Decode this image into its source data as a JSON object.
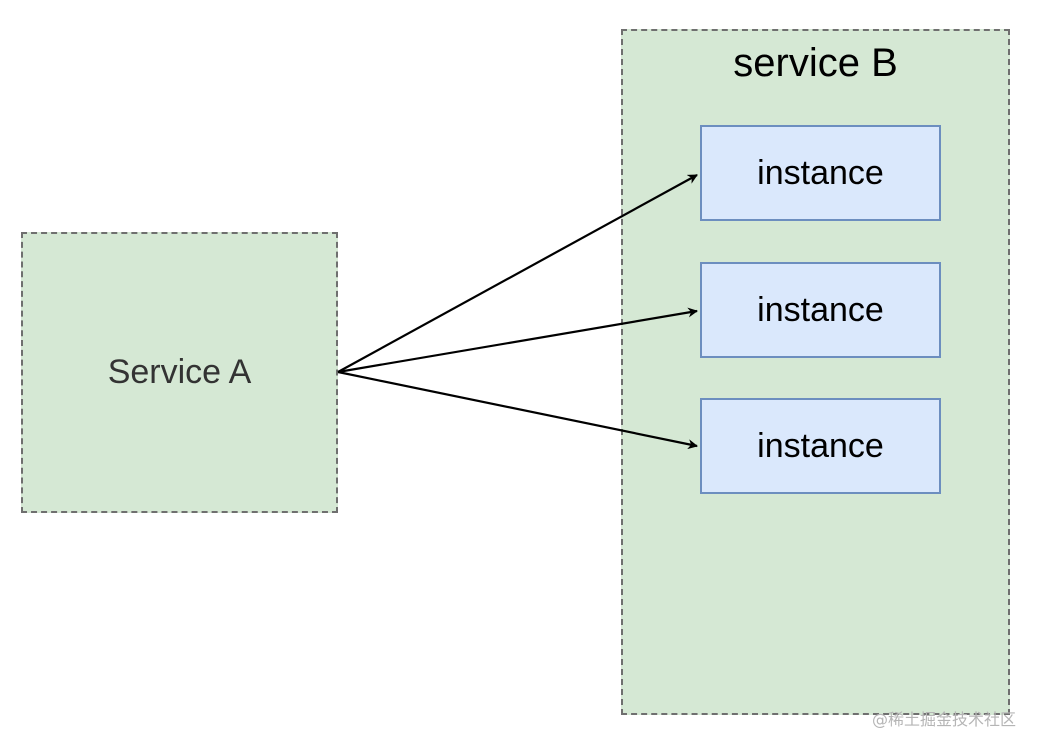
{
  "service_a": {
    "label": "Service A"
  },
  "service_b": {
    "title": "service B",
    "instances": [
      {
        "label": "instance"
      },
      {
        "label": "instance"
      },
      {
        "label": "instance"
      }
    ]
  },
  "watermark": "@稀土掘金技术社区",
  "colors": {
    "service_fill": "#d5e8d4",
    "service_border": "#6f6f6f",
    "instance_fill": "#dae8fc",
    "instance_border": "#6c8ebf",
    "arrow": "#000000"
  }
}
